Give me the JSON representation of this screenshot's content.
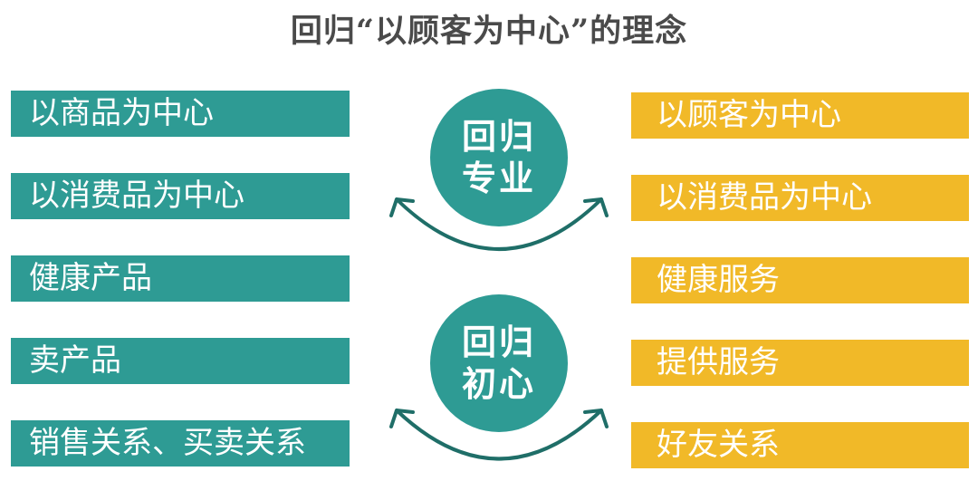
{
  "title": "回归“以顾客为中心”的理念",
  "left_items": [
    "以商品为中心",
    "以消费品为中心",
    "健康产品",
    "卖产品",
    "销售关系、买卖关系"
  ],
  "right_items": [
    "以顾客为中心",
    "以消费品为中心",
    "健康服务",
    "提供服务",
    "好友关系"
  ],
  "circles": [
    {
      "line1": "回归",
      "line2": "专业"
    },
    {
      "line1": "回归",
      "line2": "初心"
    }
  ],
  "colors": {
    "teal": "#2e9b94",
    "gold": "#f1b928",
    "arrow": "#1f6e68"
  }
}
